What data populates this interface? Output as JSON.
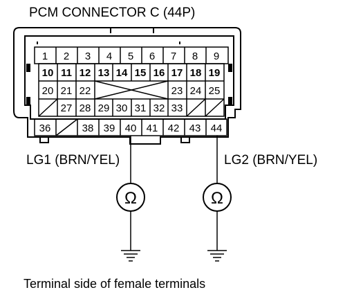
{
  "title": "PCM CONNECTOR C (44P)",
  "caption": "Terminal side of female terminals",
  "probes": [
    {
      "label": "LG1 (BRN/YEL)",
      "terminal": "40",
      "meter_symbol": "Ω"
    },
    {
      "label": "LG2 (BRN/YEL)",
      "terminal": "44",
      "meter_symbol": "Ω"
    }
  ],
  "rows": [
    [
      "1",
      "2",
      "3",
      "4",
      "5",
      "6",
      "7",
      "8",
      "9"
    ],
    [
      "10",
      "11",
      "12",
      "13",
      "14",
      "15",
      "16",
      "17",
      "18",
      "19"
    ],
    [
      "20",
      "21",
      "22",
      "23",
      "24",
      "25"
    ],
    [
      "27",
      "28",
      "29",
      "30",
      "31",
      "32",
      "33"
    ],
    [
      "36",
      "38",
      "39",
      "40",
      "41",
      "42",
      "43",
      "44"
    ]
  ],
  "icons": [
    "ohmmeter-icon",
    "ground-icon"
  ]
}
